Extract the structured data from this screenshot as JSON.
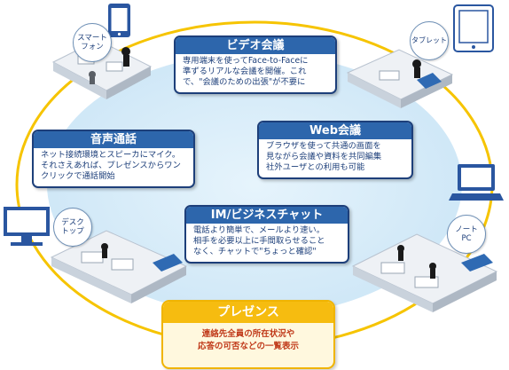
{
  "colors": {
    "ring": "#f6c400",
    "inner_field": "#dceefa",
    "card_header": "#2d66ac",
    "card_border": "#1d3f7a",
    "presence_header": "#f6bc10",
    "presence_text": "#c03a1a"
  },
  "devices": {
    "smartphone": {
      "label_lines": [
        "スマート",
        "フォン"
      ],
      "icon": "smartphone-icon"
    },
    "tablet": {
      "label_lines": [
        "タブレット"
      ],
      "icon": "tablet-icon"
    },
    "desktop": {
      "label_lines": [
        "デスク",
        "トップ"
      ],
      "icon": "desktop-monitor-icon"
    },
    "laptop": {
      "label_lines": [
        "ノート",
        "PC"
      ],
      "icon": "laptop-icon"
    }
  },
  "cards": {
    "video": {
      "title": "ビデオ会議",
      "lines": [
        "専用端末を使ってFace-to-Faceに",
        "準ずるリアルな会議を開催。これ",
        "で、\"会議のための出張\"が不要に"
      ]
    },
    "voice": {
      "title": "音声通話",
      "lines": [
        "ネット接続環境とスピーカにマイク。",
        "それさえあれば、プレゼンスからワン",
        "クリックで通話開始"
      ]
    },
    "web": {
      "title": "Web会議",
      "lines": [
        "ブラウザを使って共通の画面を",
        "見ながら会議や資料を共同編集",
        "社外ユーザとの利用も可能"
      ]
    },
    "im": {
      "title": "IM/ビジネスチャット",
      "lines": [
        "電話より簡単で、メールより速い。",
        "相手を必要以上に手間取らせること",
        "なく、チャットで\"ちょっと確認\""
      ]
    }
  },
  "presence": {
    "title": "プレゼンス",
    "lines": [
      "連絡先全員の所在状況や",
      "応答の可否などの一覧表示"
    ]
  }
}
